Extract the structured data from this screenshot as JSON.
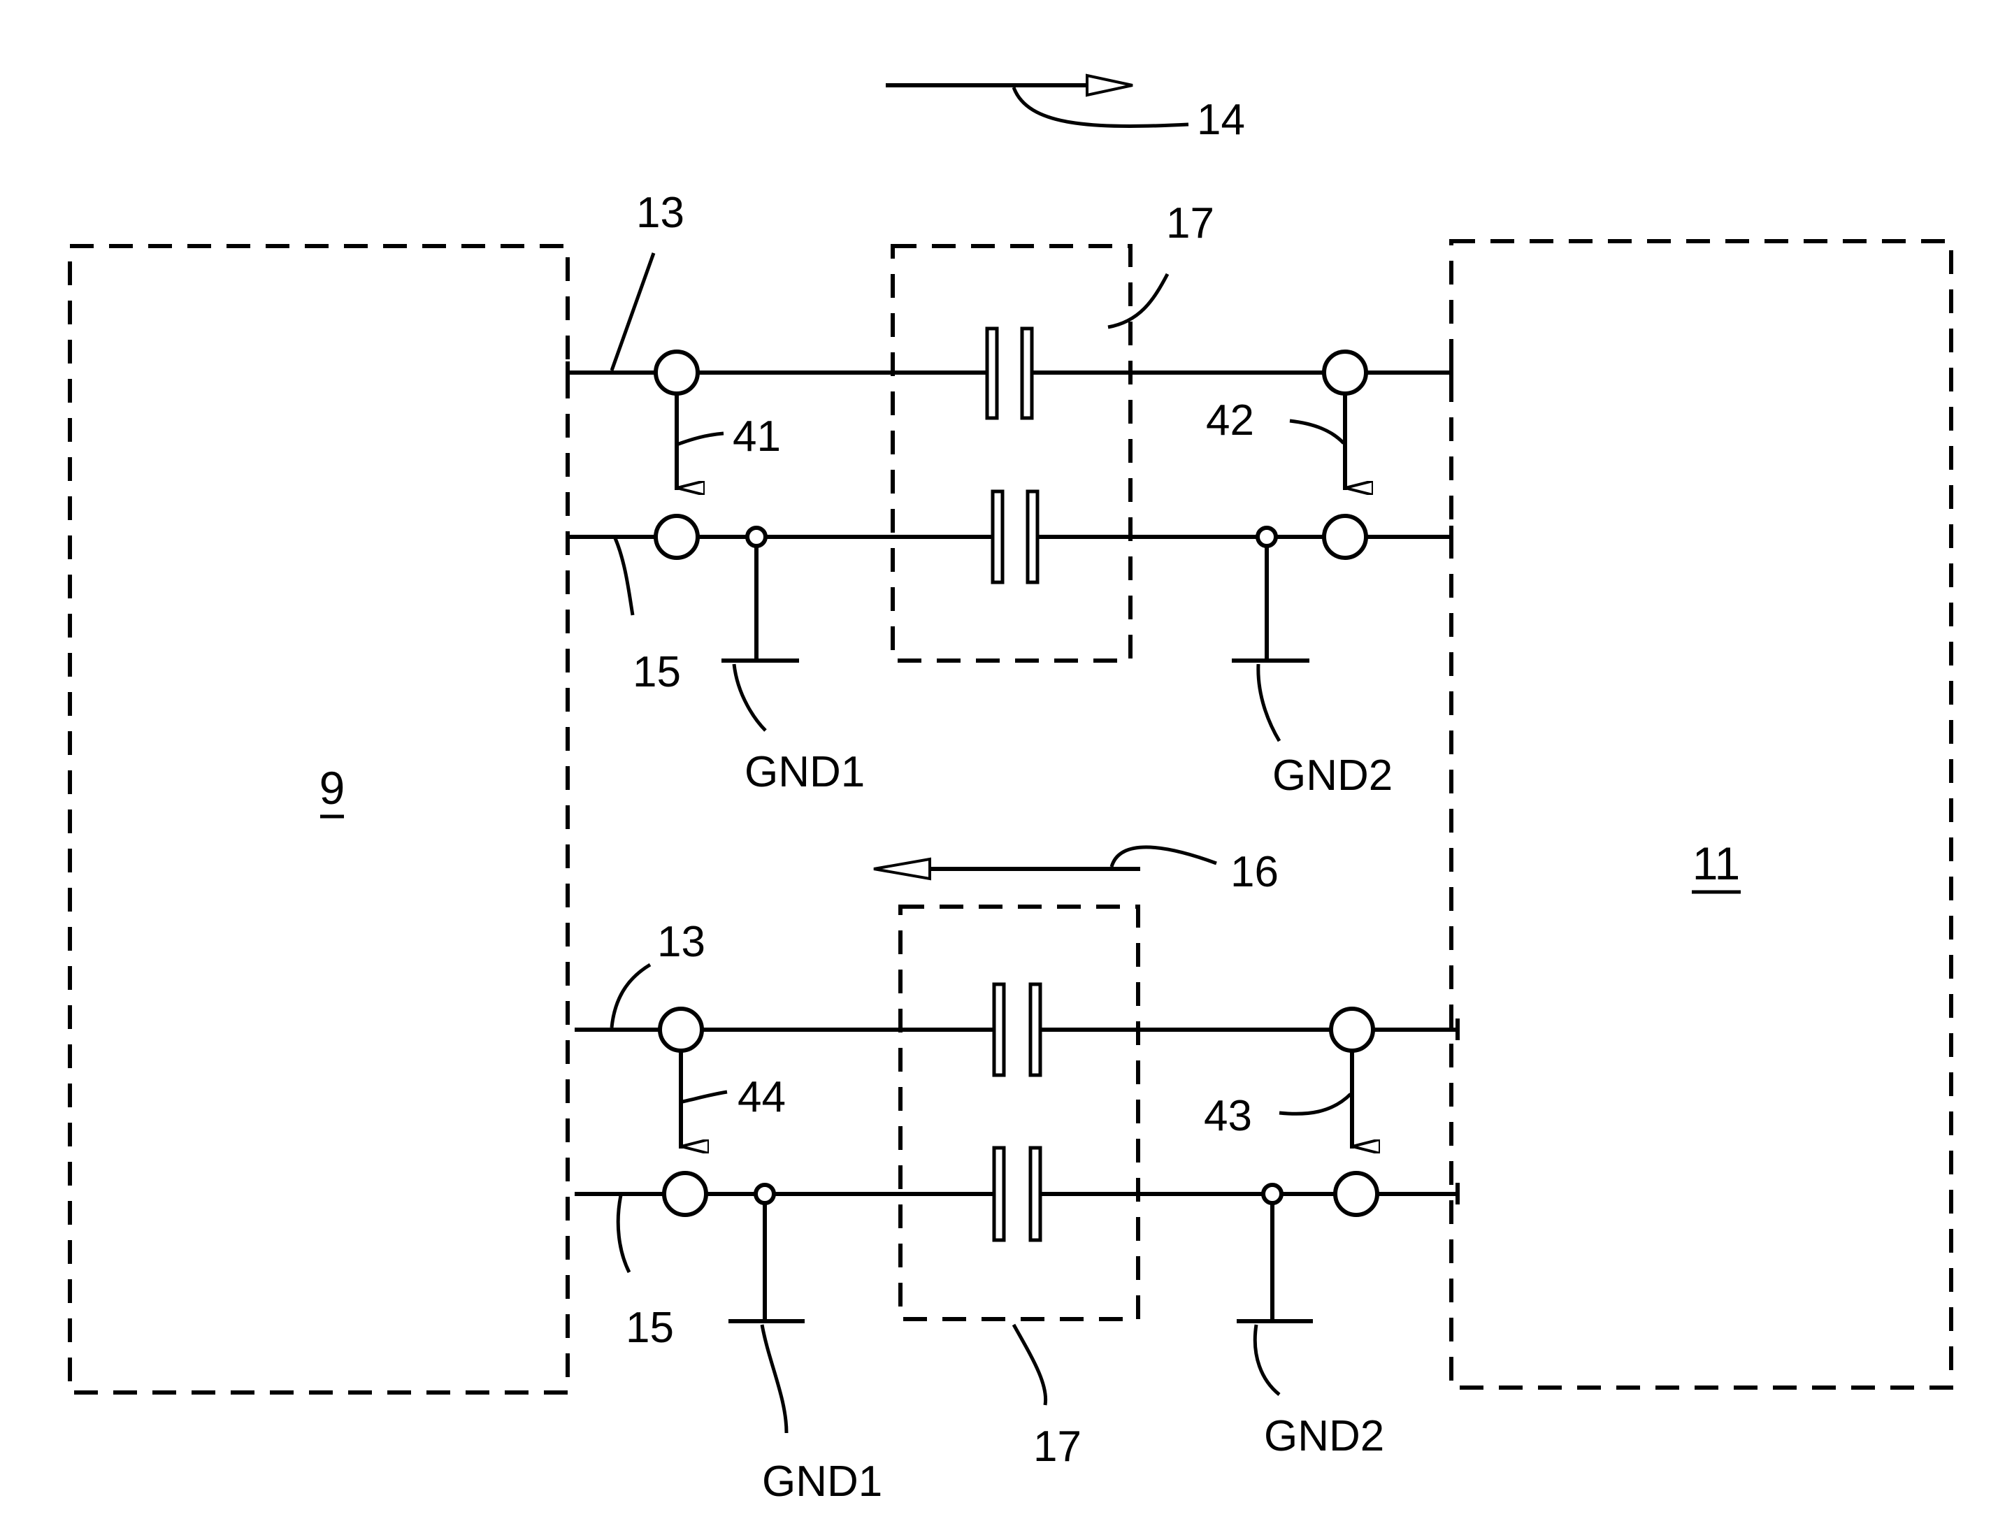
{
  "diagram": {
    "block_left": "9",
    "block_right": "11",
    "direction_top": "14",
    "direction_bottom": "16",
    "top_channel": {
      "line_a": "13",
      "line_b": "15",
      "isolator": "17",
      "coupling_left": "41",
      "coupling_right": "42",
      "ground_left": "GND1",
      "ground_right": "GND2"
    },
    "bottom_channel": {
      "line_a": "13",
      "line_b": "15",
      "isolator": "17",
      "coupling_left": "44",
      "coupling_right": "43",
      "ground_left": "GND1",
      "ground_right": "GND2"
    }
  }
}
